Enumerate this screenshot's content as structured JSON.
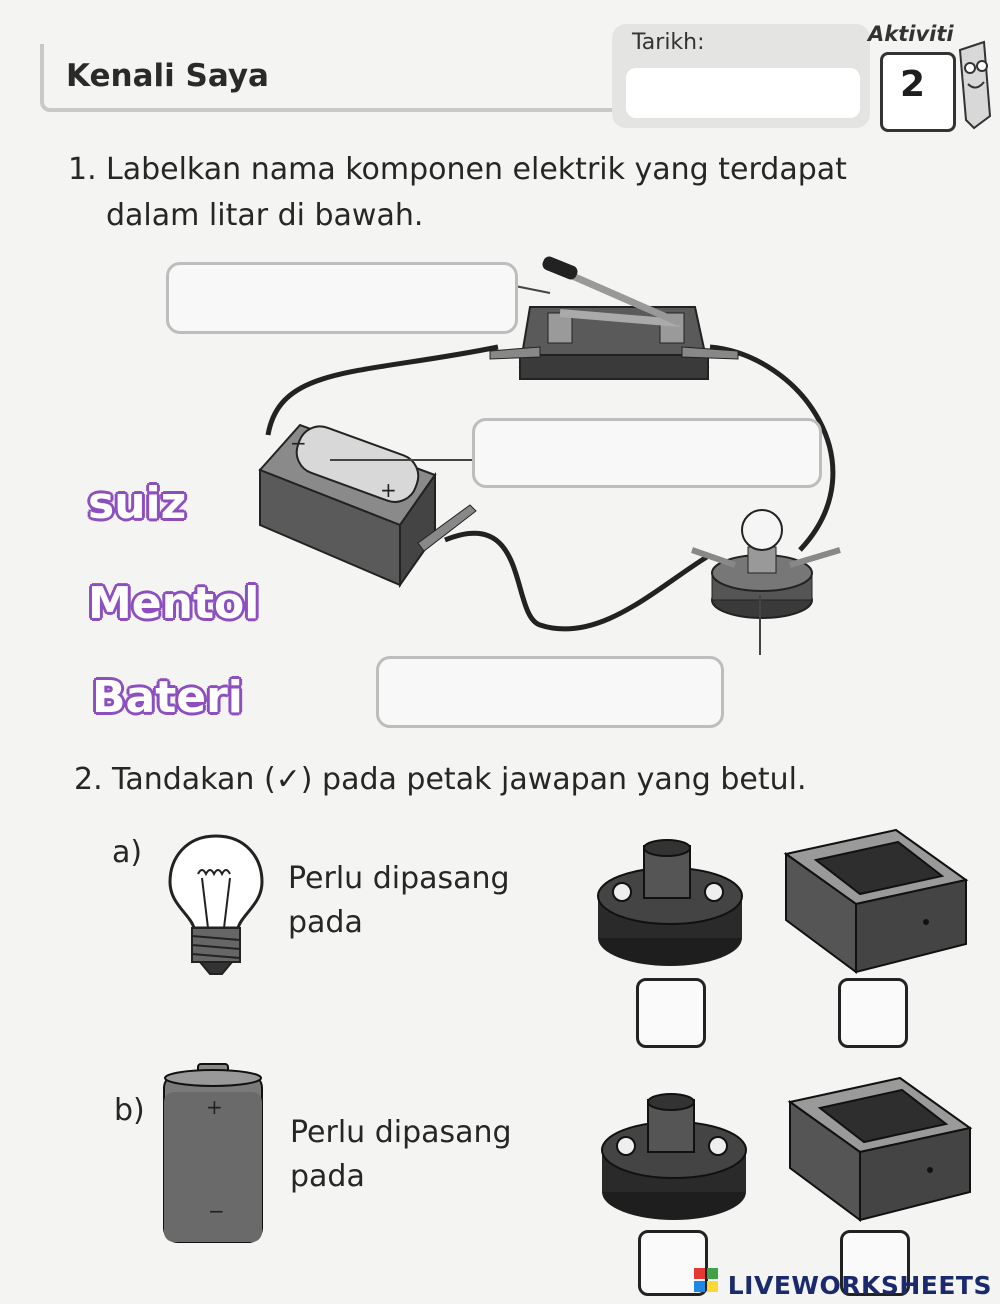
{
  "header": {
    "title": "Kenali Saya",
    "date_label": "Tarikh:",
    "activity_word": "Aktiviti",
    "activity_number": "2"
  },
  "question1": {
    "number": "1.",
    "line1": "Labelkan nama komponen elektrik yang terdapat",
    "line2": "dalam litar di bawah."
  },
  "drag_words": [
    "suiz",
    "Mentol",
    "Bateri"
  ],
  "question2": {
    "number": "2.",
    "text": "Tandakan (✓) pada petak jawapan yang betul.",
    "parts": [
      {
        "label": "a)",
        "line1": "Perlu dipasang",
        "line2": "pada"
      },
      {
        "label": "b)",
        "line1": "Perlu dipasang",
        "line2": "pada"
      }
    ]
  },
  "footer": {
    "brand": "LIVEWORKSHEETS"
  },
  "colors": {
    "drag_outline": "#8d4fc0",
    "brand": "#1a2a6c"
  }
}
